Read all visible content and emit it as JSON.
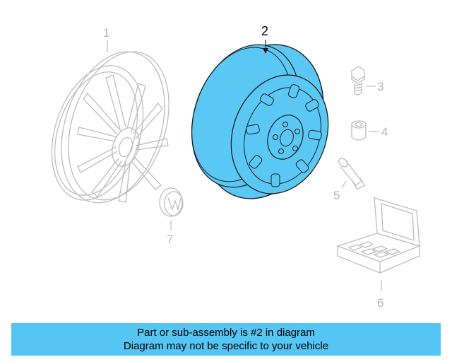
{
  "diagram": {
    "callouts": {
      "1": "1",
      "2": "2",
      "3": "3",
      "4": "4",
      "5": "5",
      "6": "6",
      "7": "7"
    },
    "colors": {
      "highlight": "#5ac8f5",
      "ghost_line": "#bdbdbd",
      "active_line": "#1a1a1a",
      "caption_bg": "#55c6f3"
    }
  },
  "caption": {
    "line1": "Part or sub-assembly is #2 in diagram",
    "line2": "Diagram may not be specific to your vehicle"
  }
}
